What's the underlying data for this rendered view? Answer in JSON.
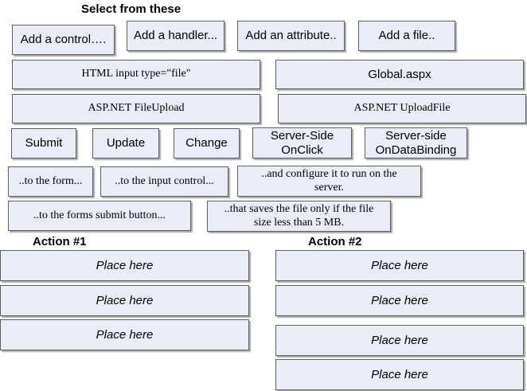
{
  "headings": {
    "select": "Select from these",
    "action1": "Action #1",
    "action2": "Action #2"
  },
  "options": {
    "add_control": "Add a control….",
    "add_handler": "Add a handler...",
    "add_attribute": "Add an attribute..",
    "add_file": "Add a file..",
    "html_input_file": "HTML input type=\"file\"",
    "global_aspx": "Global.aspx",
    "aspnet_fileupload": "ASP.NET FileUpload",
    "aspnet_uploadfile": "ASP.NET UploadFile",
    "submit": "Submit",
    "update": "Update",
    "change": "Change",
    "server_side_onclick": "Server-Side OnClick",
    "server_side_ondatabinding": "Server-side OnDataBinding",
    "to_the_form": "..to the form...",
    "to_the_input_control": "..to the input control...",
    "configure_run_on_server": "..and configure it to run on the server.",
    "to_forms_submit_button": "..to the forms submit button...",
    "saves_file_less_5mb": "..that saves the file only if the file size less than 5 MB."
  },
  "action1_slots": [
    "Place here",
    "Place here",
    "Place here"
  ],
  "action2_slots": [
    "Place here",
    "Place here",
    "Place here",
    "Place here"
  ]
}
